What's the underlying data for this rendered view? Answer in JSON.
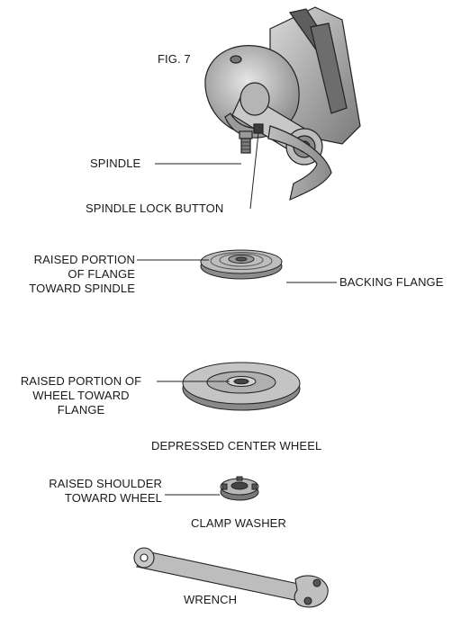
{
  "figure": {
    "label": "FIG. 7"
  },
  "labels": {
    "spindle": "SPINDLE",
    "spindle_lock_button": "SPINDLE LOCK BUTTON",
    "raised_portion_flange": "RAISED PORTION\nOF FLANGE\nTOWARD SPINDLE",
    "backing_flange": "BACKING FLANGE",
    "raised_portion_wheel": "RAISED PORTION OF\nWHEEL TOWARD\nFLANGE",
    "depressed_center_wheel": "DEPRESSED CENTER WHEEL",
    "raised_shoulder": "RAISED SHOULDER\nTOWARD WHEEL",
    "clamp_washer": "CLAMP WASHER",
    "wrench": "WRENCH"
  }
}
